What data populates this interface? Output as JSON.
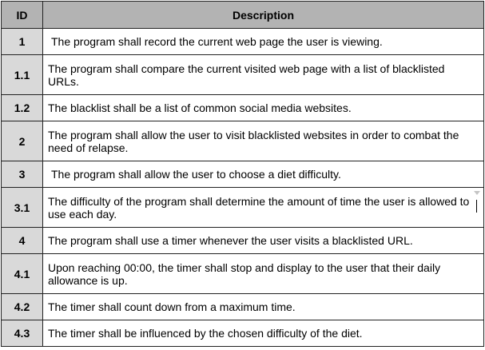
{
  "table": {
    "headers": {
      "id": "ID",
      "description": "Description"
    },
    "rows": [
      {
        "id": "1",
        "description": "The program shall record the current web page the user is viewing."
      },
      {
        "id": "1.1",
        "description": "The program shall compare the current visited web page with a list of blacklisted URLs."
      },
      {
        "id": "1.2",
        "description": "The blacklist shall be a list of common social media websites."
      },
      {
        "id": "2",
        "description": "The program shall allow the user to visit blacklisted websites in order to combat the need of relapse."
      },
      {
        "id": "3",
        "description": "The program shall allow the user to choose a diet difficulty."
      },
      {
        "id": "3.1",
        "description": "The difficulty of the program shall determine the amount of time the user is allowed to use each day."
      },
      {
        "id": "4",
        "description": "The program shall use a timer whenever the user visits a blacklisted URL."
      },
      {
        "id": "4.1",
        "description": "Upon reaching 00:00, the timer shall stop and display to the user that their daily allowance is up."
      },
      {
        "id": "4.2",
        "description": "The timer shall count down from a maximum time."
      },
      {
        "id": "4.3",
        "description": "The timer shall be influenced by the chosen difficulty of the diet."
      }
    ]
  }
}
